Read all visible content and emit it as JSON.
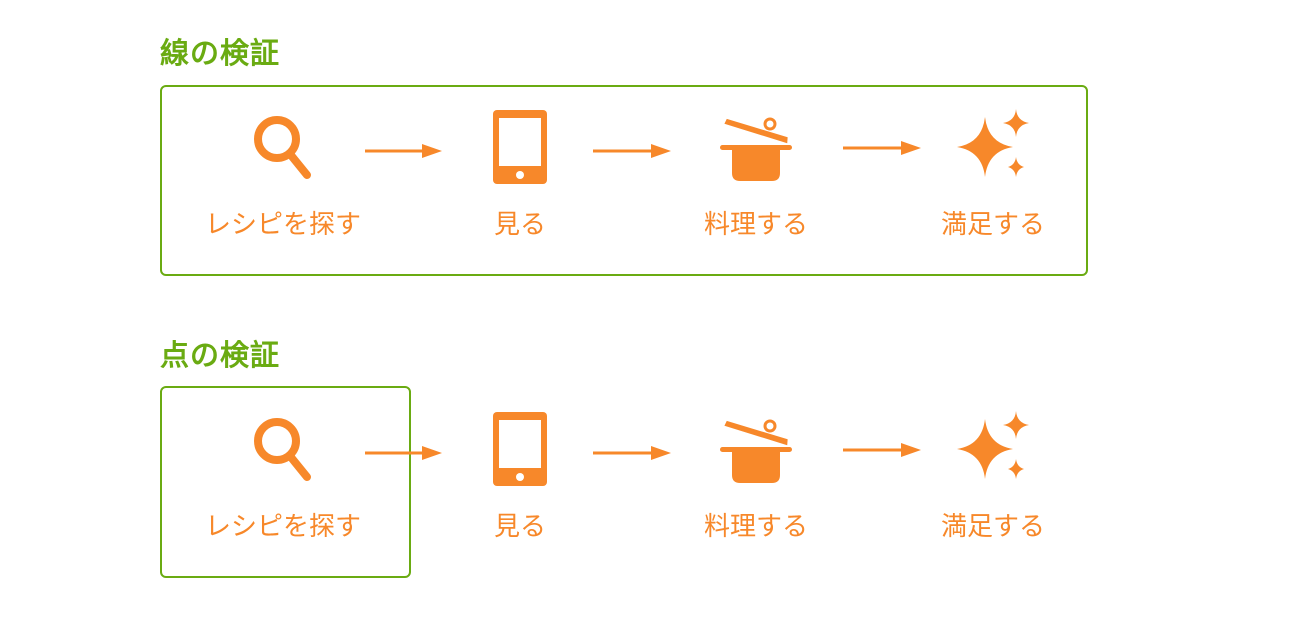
{
  "colors": {
    "accent_green": "#6aab12",
    "orange": "#f7882a"
  },
  "sections": [
    {
      "title": "線の検証",
      "steps": [
        {
          "label": "レシピを探す",
          "icon": "magnifier-icon"
        },
        {
          "label": "見る",
          "icon": "smartphone-icon"
        },
        {
          "label": "料理する",
          "icon": "cooking-pot-icon"
        },
        {
          "label": "満足する",
          "icon": "sparkle-icon"
        }
      ]
    },
    {
      "title": "点の検証",
      "steps": [
        {
          "label": "レシピを探す",
          "icon": "magnifier-icon"
        },
        {
          "label": "見る",
          "icon": "smartphone-icon"
        },
        {
          "label": "料理する",
          "icon": "cooking-pot-icon"
        },
        {
          "label": "満足する",
          "icon": "sparkle-icon"
        }
      ]
    }
  ]
}
